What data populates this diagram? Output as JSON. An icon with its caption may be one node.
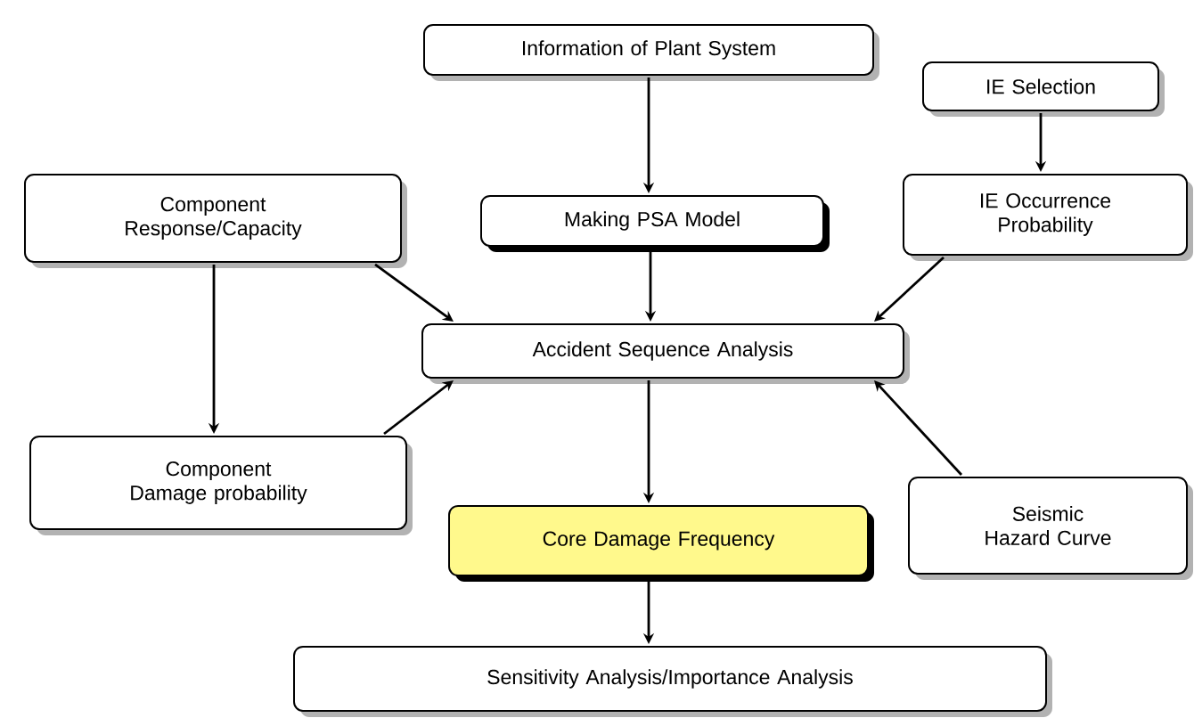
{
  "diagram": {
    "nodes": [
      {
        "text": [
          "Information of Plant System"
        ]
      },
      {
        "text": [
          "IE Selection"
        ]
      },
      {
        "text": [
          "Component Response/Capacity"
        ]
      },
      {
        "text": [
          "Making PSA Model"
        ]
      },
      {
        "text": [
          "IE Occurrence Probability"
        ]
      },
      {
        "text": [
          "Accident Sequence Analysis"
        ]
      },
      {
        "text": [
          "Component Damage probability"
        ]
      },
      {
        "text": [
          "Core Damage Frequency"
        ]
      },
      {
        "text": [
          "Seismic Hazard Curve"
        ]
      },
      {
        "text": [
          "Sensitivity Analysis/Importance Analysis"
        ]
      }
    ],
    "edges": [
      {
        "from": 0,
        "to": 3,
        "arrow": "to"
      },
      {
        "from": 1,
        "to": 4,
        "arrow": "to"
      },
      {
        "from": 2,
        "to": 5,
        "arrow": "to"
      },
      {
        "from": 3,
        "to": 5,
        "arrow": "to"
      },
      {
        "from": 4,
        "to": 5,
        "arrow": "to"
      },
      {
        "from": 2,
        "to": 6,
        "arrow": "to"
      },
      {
        "from": 6,
        "to": 5,
        "arrow": "to"
      },
      {
        "from": 8,
        "to": 5,
        "arrow": "to"
      },
      {
        "from": 5,
        "to": 7,
        "arrow": "to"
      },
      {
        "from": 7,
        "to": 9,
        "arrow": "to"
      }
    ]
  }
}
